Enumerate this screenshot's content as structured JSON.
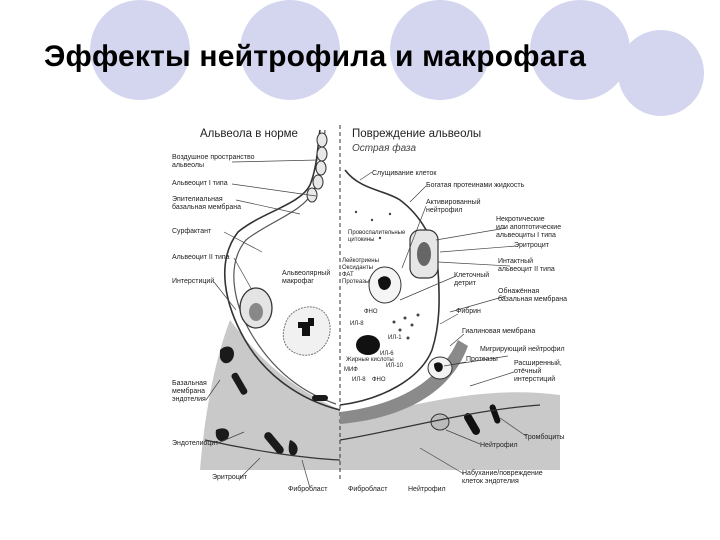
{
  "title": "Эффекты нейтрофила и макрофага",
  "colors": {
    "decoration": "#d4d6f0",
    "tissue": "#b9b9b9",
    "dark": "#1a1a1a",
    "text": "#222222"
  },
  "diagram": {
    "left_heading": "Альвеола в норме",
    "right_heading": "Повреждение альвеолы",
    "right_subheading": "Острая фаза",
    "left_labels": [
      "Воздушное пространство\nальвеолы",
      "Альвеоцит I типа",
      "Эпителиальная\nбазальная мембрана",
      "Сурфактант",
      "Альвеоцит II типа",
      "Интерстиций",
      "Альвеолярный\nмакрофаг",
      "Базальная\nмембрана\nэндотелия",
      "Эндотелиоцит",
      "Эритроцит",
      "Фибробласт"
    ],
    "right_labels": [
      "Слущивание клеток",
      "Богатая протеинами жидкость",
      "Активированный\nнейтрофил",
      "Некротические\nили апоптотические\nальвеоциты I типа",
      "Эритроцит",
      "Интактный\nальвеоцит II типа",
      "Клеточный\nдетрит",
      "Обнажённая\nбазальная мембрана",
      "Фибрин",
      "Гиалиновая мембрана",
      "Мигрирующий нейтрофил",
      "Протеазы",
      "Расширенный,\nотёчный\nинтерстиций",
      "Тромбоциты",
      "Нейтрофил",
      "Набухание/повреждение\nклеток эндотелия",
      "Фибробласт",
      "Нейтрофил"
    ],
    "inner_labels": [
      "Провоспалительные\nцитокины",
      "Лейкотриены\nОксиданты\nФАТ\nПротеазы",
      "ФНО",
      "ИЛ-8",
      "ИЛ-1",
      "ИЛ-6",
      "ИЛ-10",
      "МИФ",
      "Жирные кислоты",
      "ИЛ-8",
      "ФНО"
    ]
  }
}
